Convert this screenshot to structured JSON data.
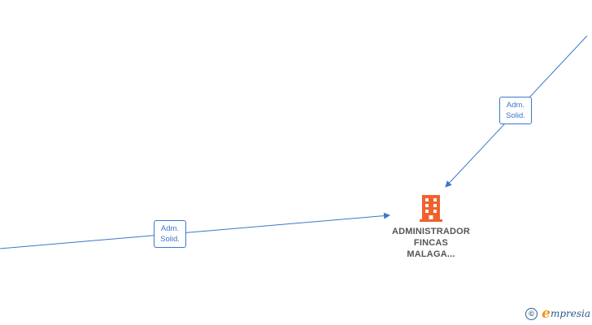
{
  "colors": {
    "edge": "#3a78c9",
    "company_icon": "#f0622c",
    "company_text": "#555555"
  },
  "company": {
    "name_lines": [
      "ADMINISTRADOR",
      "FINCAS",
      "MALAGA..."
    ],
    "icon": "building-icon"
  },
  "relations": [
    {
      "role_line1": "Adm.",
      "role_line2": "Solid."
    },
    {
      "role_line1": "Adm.",
      "role_line2": "Solid."
    }
  ],
  "brand": {
    "copyright": "©",
    "e": "e",
    "rest": "mpresia"
  }
}
